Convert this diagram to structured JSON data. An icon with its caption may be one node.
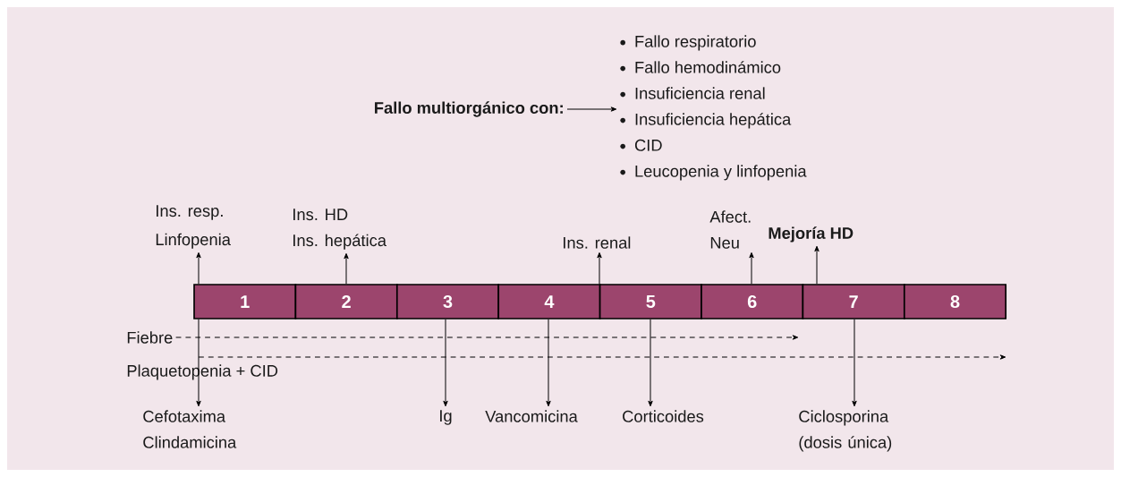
{
  "diagram": {
    "nodes": [
      {
        "text": [
          "Fallo multiorgánico con:"
        ]
      },
      {
        "text": [
          "Fallo respiratorio",
          "Fallo hemodinámico",
          "Insuficiencia renal",
          "Insuficiencia hepática",
          "CID",
          "Leucopenia y linfopenia"
        ]
      },
      {
        "text": [
          "1"
        ]
      },
      {
        "text": [
          "2"
        ]
      },
      {
        "text": [
          "3"
        ]
      },
      {
        "text": [
          "4"
        ]
      },
      {
        "text": [
          "5"
        ]
      },
      {
        "text": [
          "6"
        ]
      },
      {
        "text": [
          "7"
        ]
      },
      {
        "text": [
          "8"
        ]
      },
      {
        "text": [
          "Ins. resp.",
          "Linfopenia"
        ]
      },
      {
        "text": [
          "Ins. HD",
          "Ins. hepática"
        ]
      },
      {
        "text": [
          "Ins. renal"
        ]
      },
      {
        "text": [
          "Afect. Neu"
        ]
      },
      {
        "text": [
          "Mejoría HD"
        ]
      },
      {
        "text": [
          "Fiebre"
        ]
      },
      {
        "text": [
          "Plaquetopenia + CID"
        ]
      },
      {
        "text": [
          "Cefotaxima",
          "Clindamicina"
        ]
      },
      {
        "text": [
          "Ig"
        ]
      },
      {
        "text": [
          "Vancomicina"
        ]
      },
      {
        "text": [
          "Corticoides"
        ]
      },
      {
        "text": [
          "Ciclosporina (dosis única)"
        ]
      }
    ],
    "edges": [
      {
        "from": 0,
        "to": 1,
        "arrow": "to"
      },
      {
        "from": 2,
        "to": 10,
        "arrow": "to"
      },
      {
        "from": 3,
        "to": 11,
        "arrow": "to"
      },
      {
        "from": 5,
        "to": 12,
        "arrow": "to"
      },
      {
        "from": 7,
        "to": 13,
        "arrow": "to"
      },
      {
        "from": 8,
        "to": 14,
        "arrow": "to"
      },
      {
        "from": 15,
        "to": null,
        "arrow": "to",
        "style": "dashed"
      },
      {
        "from": 16,
        "to": null,
        "arrow": "to",
        "style": "dashed"
      },
      {
        "from": 2,
        "to": 17,
        "arrow": "to"
      },
      {
        "from": 4,
        "to": 18,
        "arrow": "to"
      },
      {
        "from": 5,
        "to": 19,
        "arrow": "to"
      },
      {
        "from": 6,
        "to": 20,
        "arrow": "to"
      },
      {
        "from": 8,
        "to": 21,
        "arrow": "to"
      }
    ]
  }
}
